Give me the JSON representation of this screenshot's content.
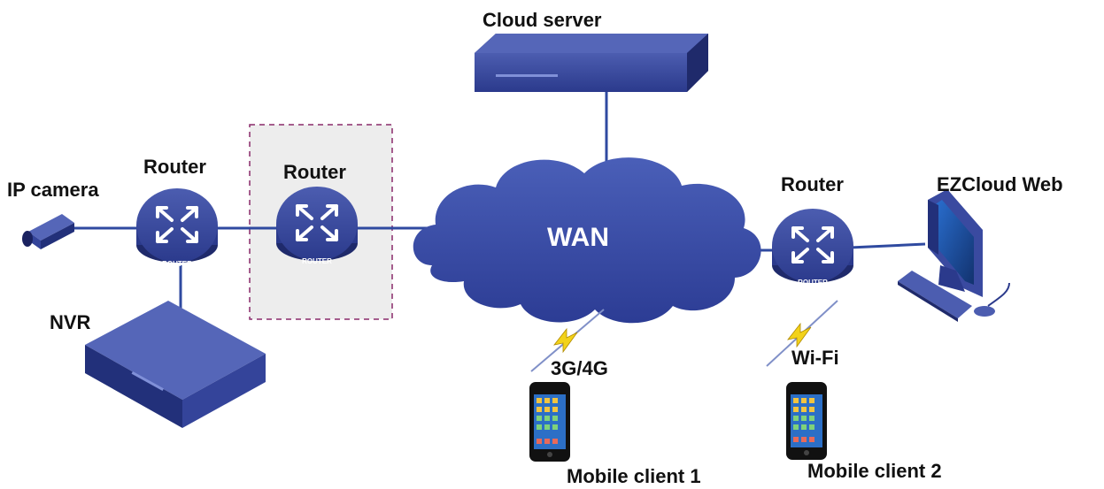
{
  "colors": {
    "device_blue": "#34449a",
    "device_dark": "#1f2a6b",
    "device_light": "#5566b8",
    "link": "#2f4aa0",
    "dashed_border": "#8a2a6a",
    "dashed_fill": "#ededed",
    "lightning": "#f2d21a"
  },
  "labels": {
    "cloud_server": "Cloud server",
    "ip_camera": "IP camera",
    "router_left": "Router",
    "router_middle": "Router",
    "router_right": "Router",
    "ezcloud_web": "EZCloud Web",
    "nvr": "NVR",
    "wan": "WAN",
    "link_3g4g": "3G/4G",
    "link_wifi": "Wi-Fi",
    "mobile_client_1": "Mobile client 1",
    "mobile_client_2": "Mobile client 2",
    "router_badge": "ROUTER"
  },
  "icons": {
    "router": "router-icon",
    "camera": "ip-camera-icon",
    "server": "cloud-server-icon",
    "nvr": "nvr-icon",
    "cloud": "wan-cloud-icon",
    "monitor": "computer-icon",
    "phone": "smartphone-icon",
    "signal": "lightning-signal-icon"
  }
}
